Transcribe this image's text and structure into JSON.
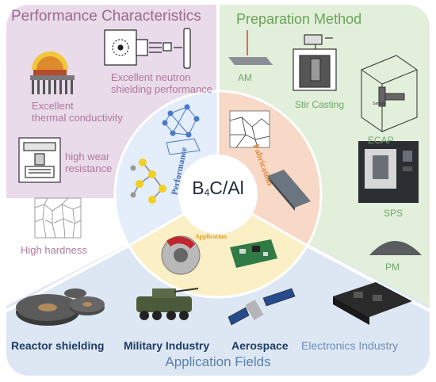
{
  "colors": {
    "performance_bg": "#e9dbe9",
    "preparation_bg": "#e2efda",
    "application_bg": "#dde7f3",
    "performance_wedge": "#e3eefa",
    "fabrication_wedge": "#f8d8c6",
    "application_wedge": "#fbefc6",
    "performance_text": "#b0789e",
    "preparation_text": "#6fa86a",
    "application_text": "#1f3c63"
  },
  "performance": {
    "title": "Performance Characteristics",
    "items": {
      "neutron": "Excellent neutron\nshielding performance",
      "thermal": "Excellent\nthermal conductivity",
      "wear": "high wear\nresistance",
      "hardness": "High hardness"
    }
  },
  "preparation": {
    "title": "Preparation Method",
    "items": {
      "am": "AM",
      "stir": "Stir Casting",
      "ecap": "ECAP",
      "sps": "SPS",
      "pm": "PM",
      "ecap_die_label": "Sample"
    }
  },
  "application": {
    "title": "Application Fields",
    "items": {
      "reactor": "Reactor shielding",
      "military": "Military Industry",
      "aerospace": "Aerospace",
      "electronics": "Electronics Industry"
    }
  },
  "wheel": {
    "center_main": "B",
    "center_sub": "4",
    "center_tail": "C/Al",
    "wedges": {
      "performance": "Performance",
      "fabrication": "Fabrication",
      "application": "Application"
    }
  }
}
